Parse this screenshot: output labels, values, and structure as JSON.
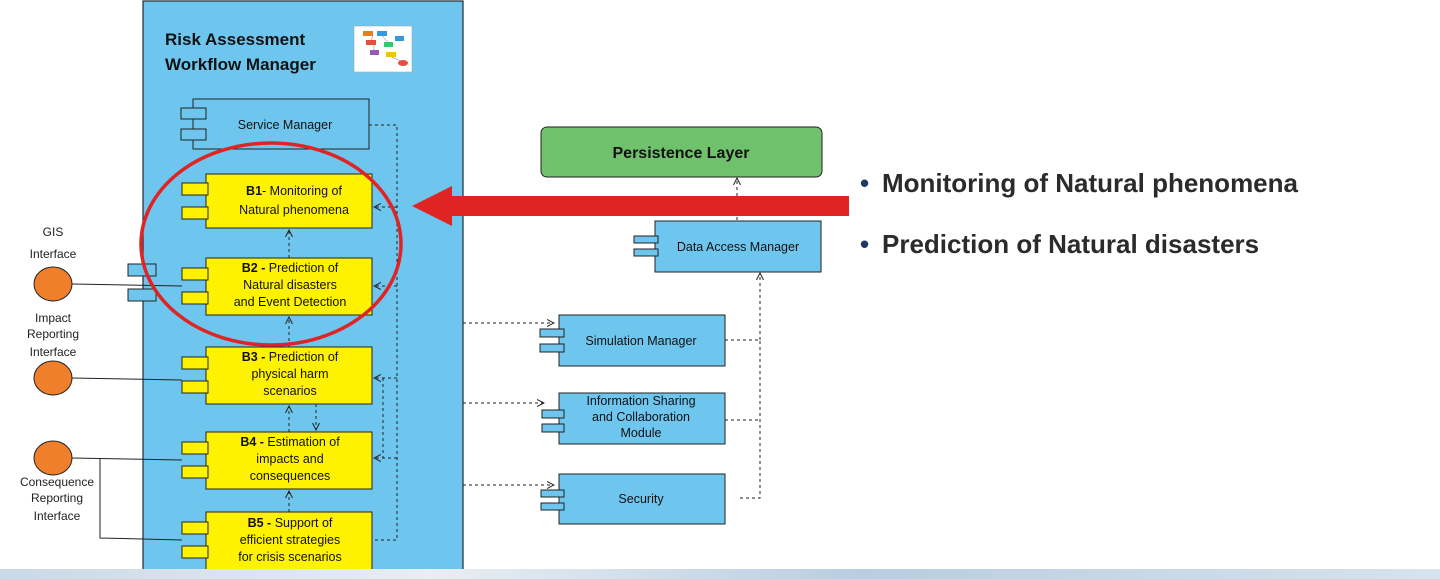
{
  "manager": {
    "title_line1": "Risk Assessment",
    "title_line2": "Workflow Manager",
    "icon": "workflow-diagram-icon"
  },
  "components": {
    "service_manager": "Service Manager",
    "b1": {
      "code": "B1",
      "line1_rest": "- Monitoring of",
      "line2": "Natural phenomena"
    },
    "b2": {
      "code": "B2 -",
      "line1_rest": " Prediction of",
      "line2": "Natural disasters",
      "line3": "and Event Detection"
    },
    "b3": {
      "code": "B3 -",
      "line1_rest": " Prediction of",
      "line2": "physical harm",
      "line3": "scenarios"
    },
    "b4": {
      "code": "B4 -",
      "line1_rest": " Estimation of",
      "line2": "impacts and",
      "line3": "consequences"
    },
    "b5": {
      "code": "B5 -",
      "line1_rest": " Support of",
      "line2": "efficient strategies",
      "line3": "for crisis scenarios"
    },
    "persistence_layer": "Persistence Layer",
    "data_access_manager": "Data Access Manager",
    "simulation_manager": "Simulation Manager",
    "info_sharing": {
      "line1": "Information Sharing",
      "line2": "and Collaboration",
      "line3": "Module"
    },
    "security": "Security"
  },
  "interfaces": {
    "gis": {
      "line1": "GIS",
      "line2": "Interface"
    },
    "impact": {
      "line1": "Impact",
      "line2": "Reporting",
      "line3": "Interface"
    },
    "consequence": {
      "line1": "Consequence",
      "line2": "Reporting",
      "line3": "Interface"
    }
  },
  "bullets": [
    "Monitoring of Natural phenomena",
    "Prediction of Natural disasters"
  ],
  "colors": {
    "manager_fill": "#6ec6ef",
    "component_fill": "#fff200",
    "persistence_fill": "#6fc16b",
    "interface_fill": "#f07f2b",
    "highlight": "#e02424",
    "bullet_text": "#2b2b2b"
  }
}
